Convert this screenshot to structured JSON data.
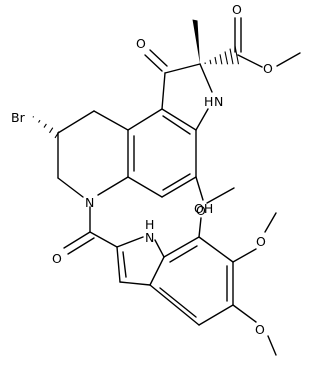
{
  "atom_labels": {
    "bromine": "Br",
    "ketone_oxygen": "O",
    "ester_carbonyl_oxygen": "O",
    "ester_ether_oxygen": "O",
    "pyrrolidine_nh": "H",
    "pyrrolidine_n": "N",
    "hydroxyl": "OH",
    "tetrahydroquinoline_n": "N",
    "amide_oxygen": "O",
    "indole_nh": "H",
    "indole_n": "N",
    "methoxy_7": "O",
    "methoxy_6": "O",
    "methoxy_5": "O"
  },
  "colors": {
    "ink": "#000000",
    "background": "#ffffff"
  }
}
